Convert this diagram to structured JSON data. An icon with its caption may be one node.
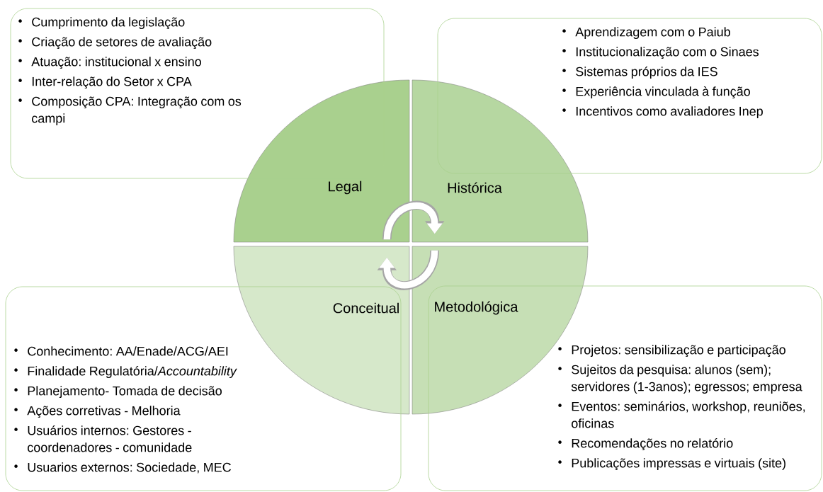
{
  "diagram": {
    "nodes": [
      {
        "text": [
          "Legal"
        ]
      },
      {
        "text": [
          "Histórica"
        ]
      },
      {
        "text": [
          "Conceitual"
        ]
      },
      {
        "text": [
          "Metodológica"
        ]
      },
      {
        "text": [
          "Cumprimento da legislação",
          "Criação de setores de avaliação",
          "Atuação: institucional x ensino",
          "Inter-relação do Setor x CPA",
          "Composição CPA: Integração com os campi"
        ]
      },
      {
        "text": [
          "Aprendizagem com o Paiub",
          "Institucionalização com o Sinaes",
          "Sistemas próprios da IES",
          "Experiência vinculada à função",
          "Incentivos como avaliadores Inep"
        ]
      },
      {
        "text": [
          "Conhecimento: AA/Enade/ACG/AEI",
          "Finalidade Regulatória/*Accountability*",
          "Planejamento- Tomada de decisão",
          "Ações corretivas - Melhoria",
          "Usuários internos: Gestores - coordenadores - comunidade",
          "Usuarios externos: Sociedade, MEC"
        ]
      },
      {
        "text": [
          "Projetos: sensibilização e participação",
          "Sujeitos da pesquisa: alunos (sem); servidores (1-3anos); egressos; empresa",
          "Eventos: seminários, workshop, reuniões, oficinas",
          "Recomendações no relatório",
          "Publicações impressas e virtuais (site)"
        ]
      }
    ],
    "edges": [
      {
        "from": 0,
        "to": 1,
        "arrow": "to"
      },
      {
        "from": 3,
        "to": 2,
        "arrow": "to"
      }
    ]
  }
}
